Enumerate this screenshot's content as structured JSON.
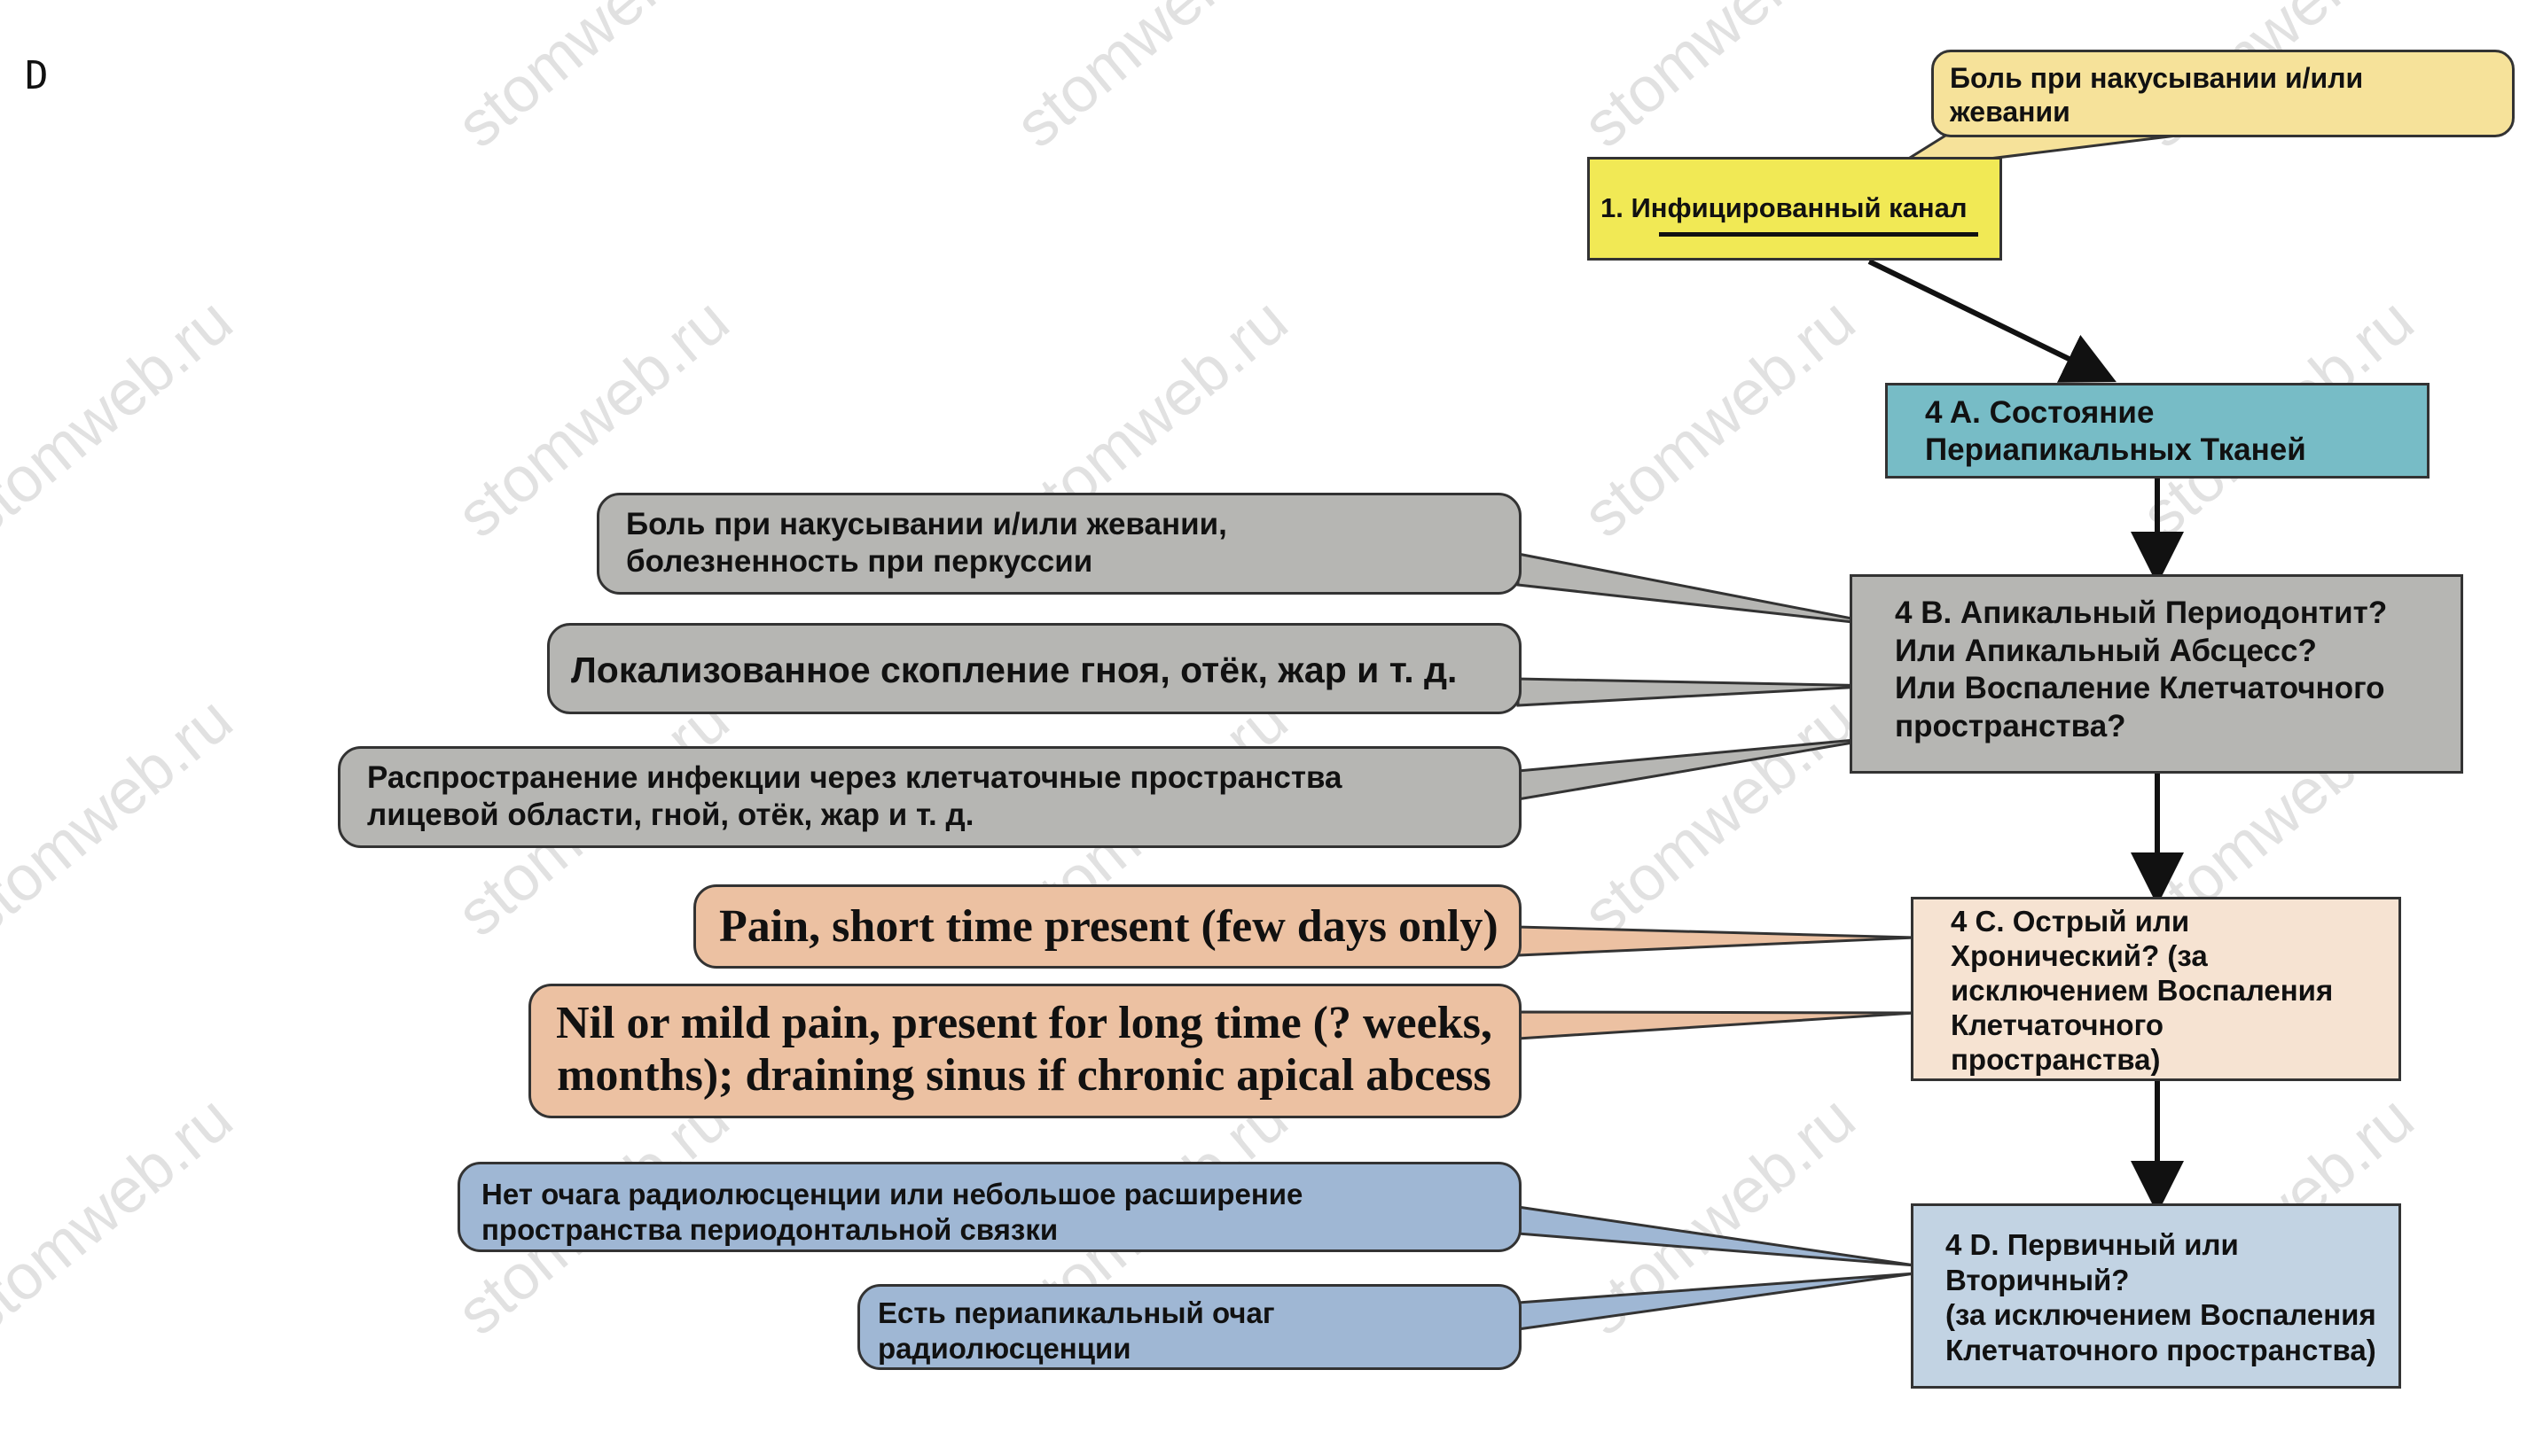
{
  "corner_label": "D",
  "watermark": "stomweb.ru",
  "colors": {
    "yellow": "#f1e955",
    "yellow_callout": "#f6e29a",
    "teal": "#77bcc6",
    "gray": "#b6b6b3",
    "peach_node": "#f6e3d2",
    "peach_callout": "#ecc1a2",
    "blue_node": "#c2d3e3",
    "blue_callout": "#9fb7d4"
  },
  "nodes": {
    "n1": "1. Инфицированный канал",
    "n4a": "4 A. Состояние\nПериапикальных Тканей",
    "n4b": "4 B. Апикальный Периодонтит?\nИли Апикальный Абсцесс?\nИли Воспаление Клетчаточного\nпространства?",
    "n4c": "4 C. Острый или\nХронический? (за\nисключением Воспаления\nКлетчаточного\nпространства)",
    "n4d": "4 D. Первичный или\nВторичный?\n(за исключением Воспаления\nКлетчаточного пространства)"
  },
  "callouts": {
    "top": "Боль при накусывании и/или\nжевании",
    "b1": "Боль при накусывании и/или жевании,\nболезненность при перкуссии",
    "b2": "Локализованное скопление гноя, отёк, жар и т. д.",
    "b3": "Распространение инфекции через клетчаточные пространства\nлицевой области, гной, отёк, жар и т. д.",
    "c1": "Pain, short time present (few days only)",
    "c2": "Nil or mild pain, present for long time (? weeks,\nmonths); draining sinus if chronic apical abcess",
    "d1": "Нет очага радиолюсценции или небольшое расширение\nпространства периодонтальной связки",
    "d2": "Есть периапикальный очаг\nрадиолюсценции"
  }
}
